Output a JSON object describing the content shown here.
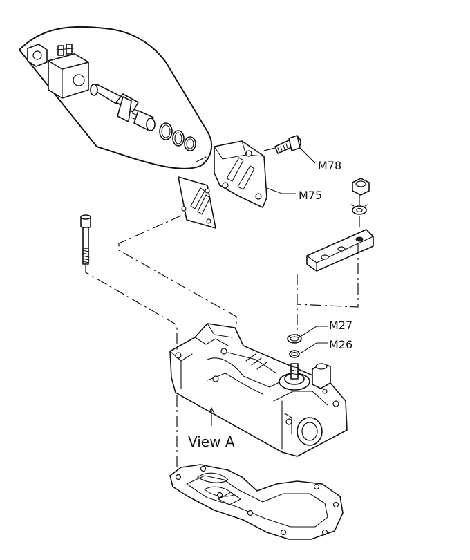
{
  "callouts": {
    "m78": "M78",
    "m75": "M75",
    "m27": "M27",
    "m26": "M26"
  },
  "view_label": "View A"
}
